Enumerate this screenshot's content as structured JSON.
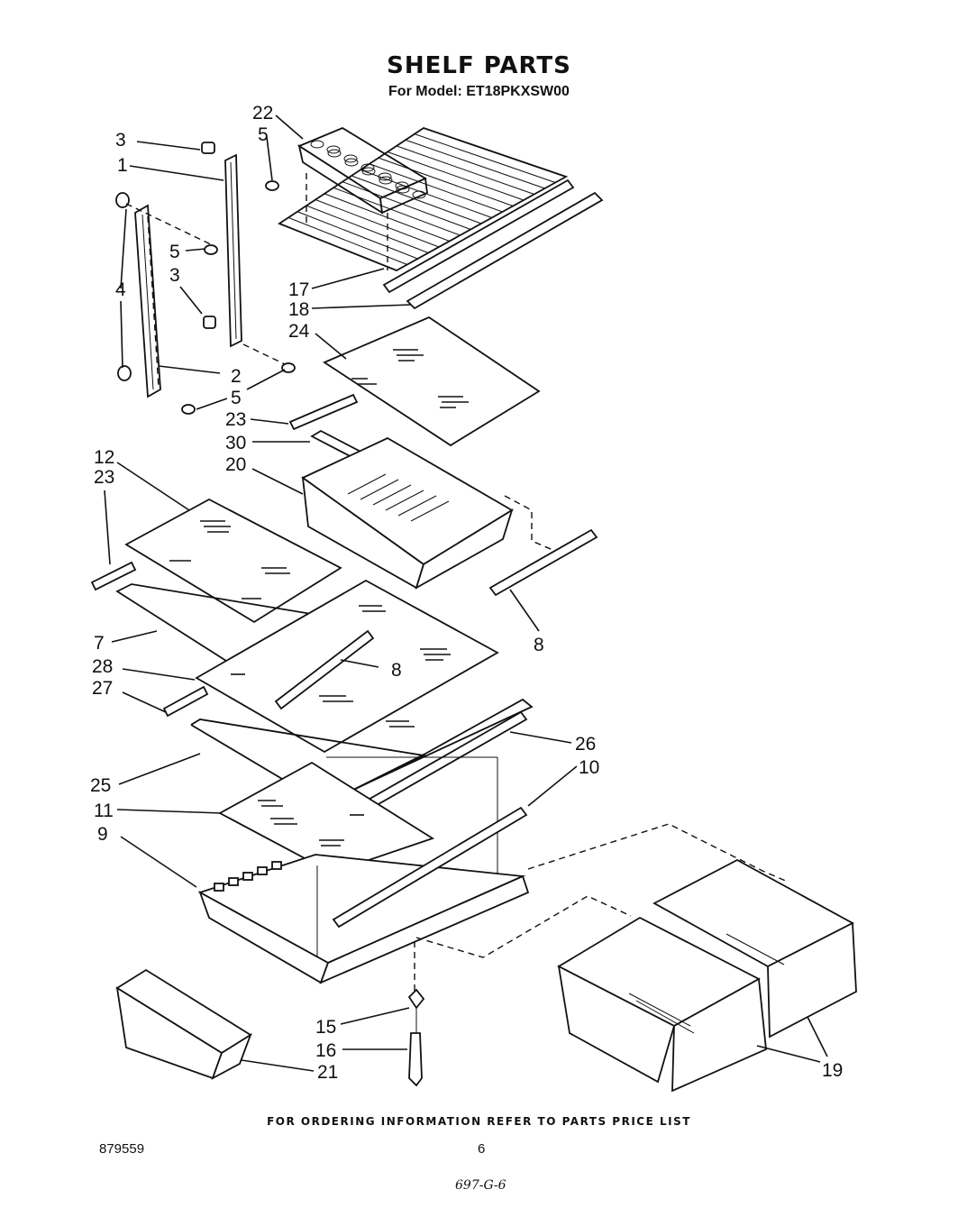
{
  "header": {
    "title": "SHELF PARTS",
    "model": "For Model: ET18PKXSW00"
  },
  "footer": {
    "ordering_note": "FOR ORDERING INFORMATION REFER TO PARTS PRICE LIST",
    "document_number": "879559",
    "page_number": "6",
    "handwritten_note": "697-G-6"
  },
  "callouts": {
    "c1": "1",
    "c2": "2",
    "c3a": "3",
    "c3b": "3",
    "c4": "4",
    "c5a": "5",
    "c5b": "5",
    "c5c": "5",
    "c7": "7",
    "c8a": "8",
    "c8b": "8",
    "c9": "9",
    "c10": "10",
    "c11": "11",
    "c12": "12",
    "c15": "15",
    "c16": "16",
    "c17": "17",
    "c18": "18",
    "c19": "19",
    "c20": "20",
    "c21": "21",
    "c22": "22",
    "c23a": "23",
    "c23b": "23",
    "c24": "24",
    "c25": "25",
    "c26": "26",
    "c27": "27",
    "c28": "28",
    "c30": "30"
  }
}
